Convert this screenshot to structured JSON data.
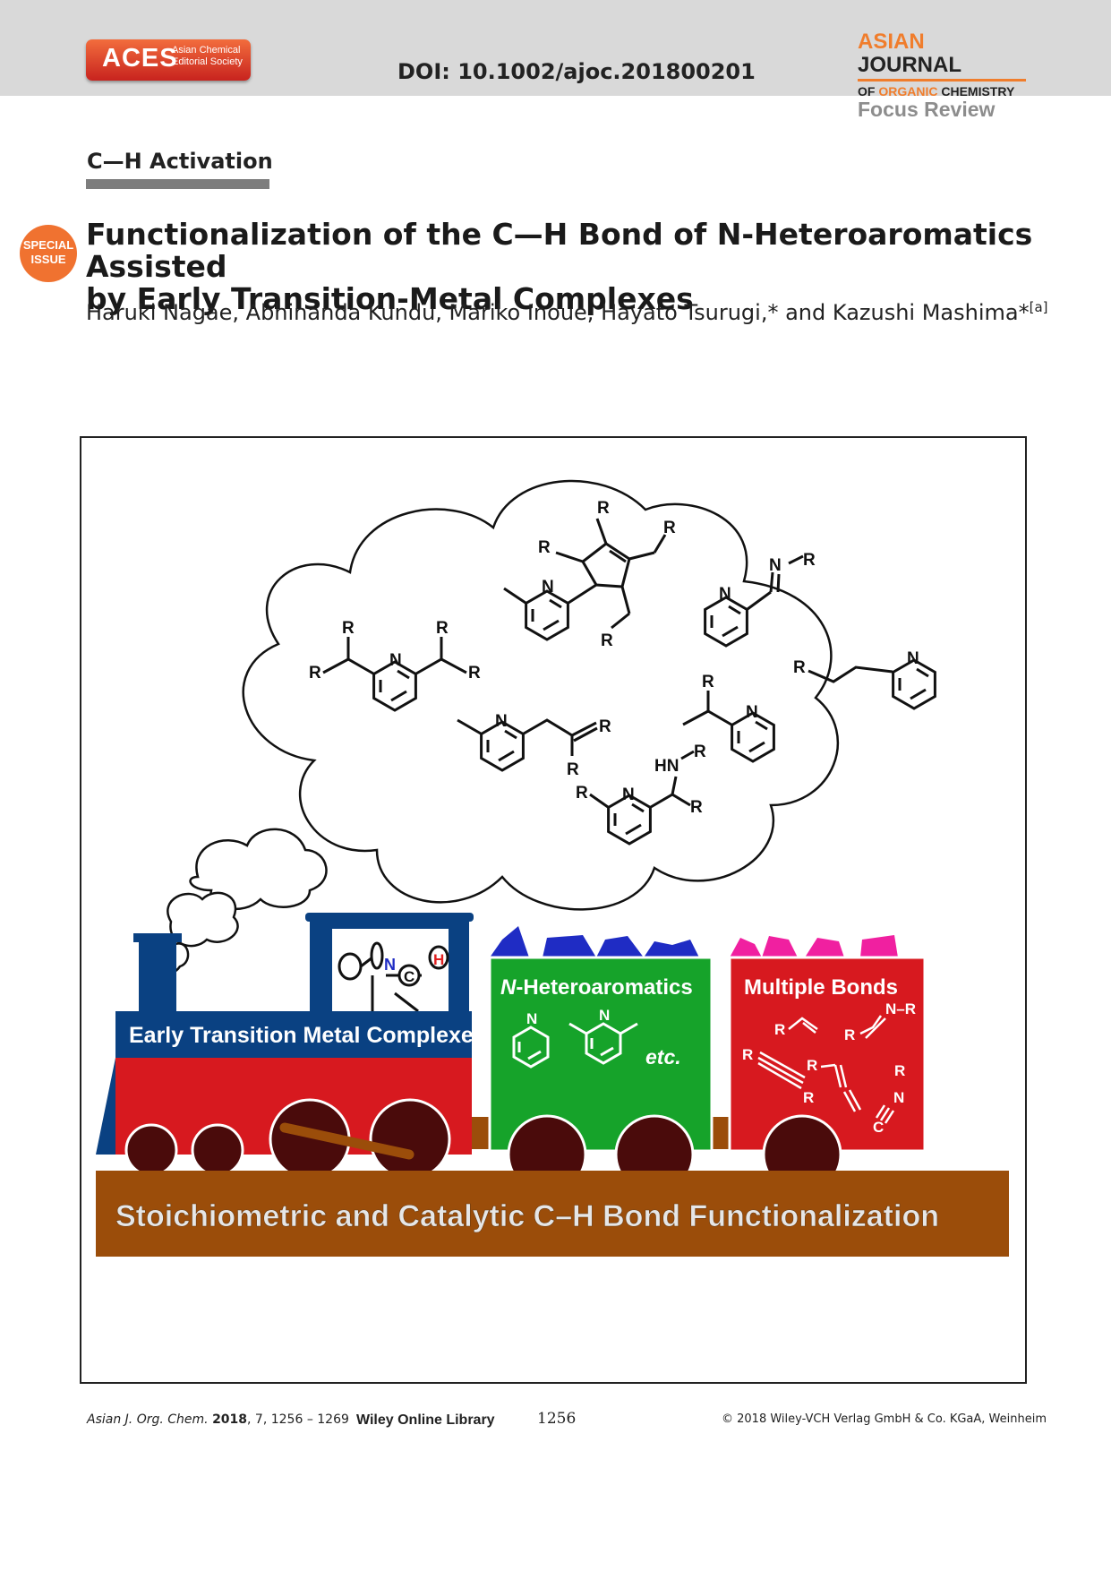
{
  "header": {
    "aces_logo": {
      "text": "ACES",
      "subtitle": "Asian Chemical Editorial Society"
    },
    "doi": "DOI: 10.1002/ajoc.201800201",
    "journal": {
      "line1a": "ASIAN",
      "line1b": "JOURNAL",
      "line2a": "OF",
      "line2b": "ORGANIC",
      "line2c": "CHEMISTRY",
      "line3": "Focus Review"
    }
  },
  "article": {
    "section": "C—H Activation",
    "badge_line1": "SPECIAL",
    "badge_line2": "ISSUE",
    "title_line1": "Functionalization of the C—H Bond of N-Heteroaromatics Assisted",
    "title_line2": "by Early Transition-Metal Complexes",
    "authors": "Haruki Nagae, Abhinanda Kundu, Mariko Inoue, Hayato Tsurugi,* and Kazushi Mashima*",
    "authors_affil": "[a]"
  },
  "figure": {
    "locomotive_label": "Early Transition Metal Complexes",
    "car1_label_italic": "N",
    "car1_label_rest": "-Heteroaromatics",
    "car1_etc": "etc.",
    "car2_label": "Multiple Bonds",
    "track_label": "Stoichiometric and Catalytic C–H Bond Functionalization",
    "atom_N": "N",
    "atom_C": "C",
    "atom_H": "H",
    "atom_R": "R",
    "atom_HN": "HN",
    "atom_NR": "N–R",
    "colors": {
      "locomotive_red": "#d7191f",
      "locomotive_blue": "#0a4182",
      "car_green": "#16a32a",
      "car_red": "#d7191f",
      "track_brown": "#9b4d0a",
      "wheel": "#4a0b0b",
      "coal_blue": "#1f2cc4",
      "coal_pink": "#f020a0"
    }
  },
  "footer": {
    "citation_journal": "Asian J. Org. Chem.",
    "citation_year": "2018",
    "citation_rest": ", 7, 1256 – 1269",
    "wiley": "Wiley Online Library",
    "page": "1256",
    "copyright": "© 2018 Wiley-VCH Verlag GmbH & Co. KGaA, Weinheim"
  }
}
